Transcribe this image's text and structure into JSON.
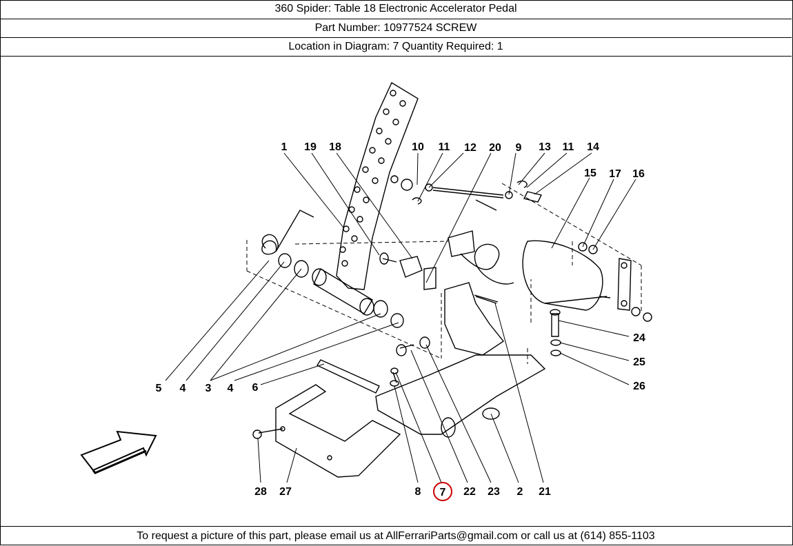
{
  "header": {
    "line1": "360 Spider:   Table 18 Electronic Accelerator Pedal",
    "line2": "Part Number: 10977524   SCREW",
    "line3": "Location in Diagram: 7   Quantity Required: 1"
  },
  "footer": {
    "text": "To request a picture of this part, please email us at AllFerrariParts@gmail.com or call us at (614) 855-1103"
  },
  "diagram": {
    "highlight_color": "#cc0000",
    "highlighted_callout": "7",
    "callouts": {
      "c1": "1",
      "c19": "19",
      "c18": "18",
      "c10": "10",
      "c11a": "11",
      "c12": "12",
      "c20": "20",
      "c9": "9",
      "c13": "13",
      "c11b": "11",
      "c14": "14",
      "c15": "15",
      "c17": "17",
      "c16": "16",
      "c24": "24",
      "c25": "25",
      "c26": "26",
      "c5": "5",
      "c4a": "4",
      "c3": "3",
      "c4b": "4",
      "c6": "6",
      "c28": "28",
      "c27": "27",
      "c8": "8",
      "c7": "7",
      "c22": "22",
      "c23": "23",
      "c2": "2",
      "c21": "21"
    }
  }
}
